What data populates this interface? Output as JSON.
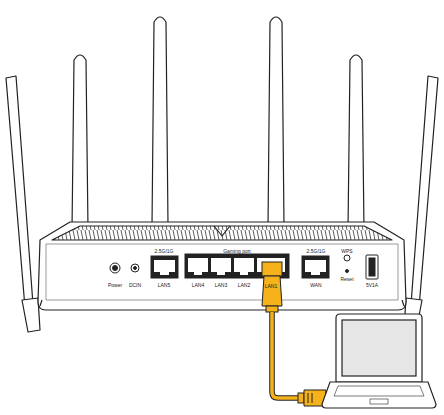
{
  "diagram": {
    "labels": [
      "Power",
      "DCIN",
      "2.5G/1G",
      "LAN5",
      "LAN4",
      "LAN3",
      "LAN2",
      "LAN1",
      "Gaming port",
      "2.5G/1G",
      "WAN",
      "WPS",
      "Reset",
      "5V1A"
    ]
  }
}
